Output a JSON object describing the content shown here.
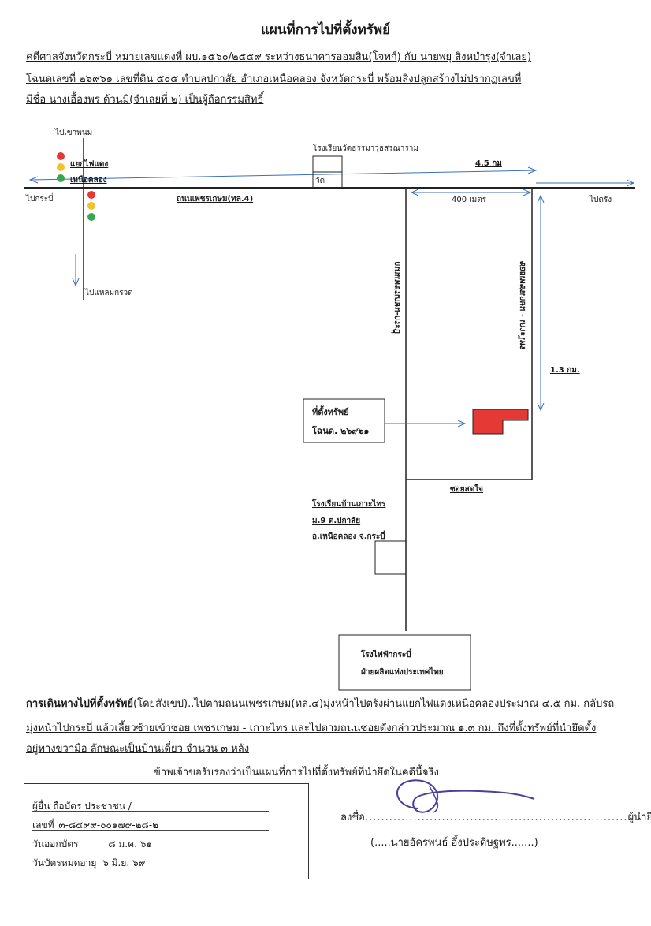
{
  "header": {
    "title": "แผนที่การไปที่ตั้งทรัพย์",
    "line1": "คดีศาลจังหวัดกระบี่ หมายเลขแดงที่ ผบ.๑๕๖๐/๒๕๕๙ ระหว่างธนาคารออมสิน(โจทก์) กับ นายพยุ สิงหบำรุง(จำเลย)",
    "line2": "โฉนดเลขที่ ๒๖๙๖๑ เลขที่ดิน ๕๐๕ ตำบลปกาสัย อำเภอเหนือคลอง จังหวัดกระบี่ พร้อมสิ่งปลูกสร้างไม่ปรากฏเลขที่",
    "line3": "มีชื่อ นางเอื้องพร ด้วนมี(จำเลยที่ ๒) เป็นผู้ถือกรรมสิทธิ์"
  },
  "map": {
    "to_khao_phanom": "ไปเขาพนม",
    "traffic_light_junction": "แยกไฟแดง",
    "nuea_khlong": "เหนือคลอง",
    "to_krabi": "ไปกระบี่",
    "to_laem_kruat": "ไปแหลมกรวด",
    "school_top": "โรงเรียนวัดธรรมาวุธสรณาราม",
    "temple": "วัด",
    "distance_main": "4.5 กม",
    "distance_short": "400 เมตร",
    "main_road": "ถนนเพชรเกษม(ทล.4)",
    "to_trang": "ไปตรัง",
    "road_left_vertical": "ถนนเพชรเกษม-กระบี่",
    "road_right_vertical": "ซอยเพชรเกษม - เกาะไทร",
    "distance_soi": "1.3 กม.",
    "property_label": "ที่ตั้งทรัพย์",
    "deed_label": "โฉนด. ๒๖๙๖๑",
    "soi_sodjai": "ซอยสดใจ",
    "school_bottom_1": "โรงเรียนบ้านเกาะไทร",
    "school_bottom_2": "ม.9 ต.ปกาสัย",
    "school_bottom_3": "อ.เหนือคลอง จ.กระบี่",
    "egat_1": "โรงไฟฟ้ากระบี่",
    "egat_2": "ฝ่ายผลิตแห่งประเทศไทย",
    "property_color": "#e53935",
    "light_colors": [
      "#e53935",
      "#f2c12e",
      "#3aa650"
    ]
  },
  "instructions": {
    "heading": "การเดินทางไปที่ตั้งทรัพย์",
    "heading_suffix": "(โดยสังเขป)",
    "line1": "..ไปตามถนนเพชรเกษม(ทล.๔)มุ่งหน้าไปตรังผ่านแยกไฟแดงเหนือคลองประมาณ ๔.๕ กม. กลับรถ",
    "line2": "มุ่งหน้าไปกระบี่ แล้วเลี้ยวซ้ายเข้าซอย เพชรเกษม - เกาะไทร และไปตามถนนซอยดังกล่าวประมาณ ๑.๓ กม. ถึงที่ตั้งทรัพย์ที่นำยึดตั้ง",
    "line3": "อยู่ทางขวามือ ลักษณะเป็นบ้านเดี่ยว จำนวน ๓ หลัง",
    "certify": "ข้าพเจ้าขอรับรองว่าเป็นแผนที่การไปที่ตั้งทรัพย์ที่นำยึดในคดีนี้จริง"
  },
  "id_box": {
    "row1": "ผู้ยื่น ถือบัตร ประชาชน /",
    "row2_label": "เลขที่",
    "row2_value": "๓-๘๔๙๙-๐๐๑๗๙-๒๘-๒",
    "row3_label": "วันออกบัตร",
    "row3_value": "๘ ม.ค. ๖๑",
    "row4_label": "วันบัตรหมดอายุ",
    "row4_value": "๖ มิ.ย. ๖๙"
  },
  "signature": {
    "sign_label": "ลงชื่อ",
    "role": "ผู้นำยึด",
    "name": "(.....นายอัครพนธ์ อึ้งประดิษฐพร.......)"
  }
}
